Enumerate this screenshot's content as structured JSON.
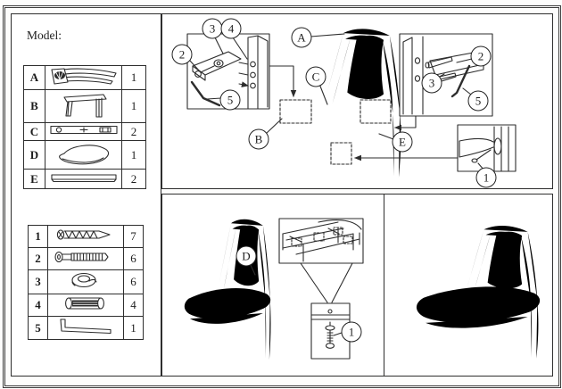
{
  "sheet": {
    "model_label": "Model:"
  },
  "parts_table": {
    "rows": [
      {
        "part": "A",
        "qty": "1",
        "icon": "backrest-part-icon"
      },
      {
        "part": "B",
        "qty": "1",
        "icon": "front-leg-frame-part-icon"
      },
      {
        "part": "C",
        "qty": "2",
        "icon": "side-rail-part-icon"
      },
      {
        "part": "D",
        "qty": "1",
        "icon": "seat-part-icon"
      },
      {
        "part": "E",
        "qty": "2",
        "icon": "stretcher-part-icon"
      }
    ]
  },
  "hardware_table": {
    "rows": [
      {
        "item": "1",
        "qty": "7",
        "icon": "wood-screw-icon"
      },
      {
        "item": "2",
        "qty": "6",
        "icon": "bolt-icon"
      },
      {
        "item": "3",
        "qty": "6",
        "icon": "lock-washer-icon"
      },
      {
        "item": "4",
        "qty": "4",
        "icon": "barrel-nut-icon"
      },
      {
        "item": "5",
        "qty": "1",
        "icon": "allen-key-icon"
      }
    ]
  },
  "step1": {
    "callouts": {
      "back": "A",
      "front_legs": "B",
      "side_rail": "C",
      "stretcher": "E",
      "left_inset_bolt": "2",
      "left_inset_rail": "3",
      "left_inset_washer": "4",
      "left_inset_allen_key": "5",
      "right_inset_bolt": "2",
      "right_inset_holes": "3",
      "right_inset_allen_key": "5",
      "screw_inset_screw": "1"
    }
  },
  "step2": {
    "callouts": {
      "seat": "D",
      "screw": "1"
    }
  }
}
